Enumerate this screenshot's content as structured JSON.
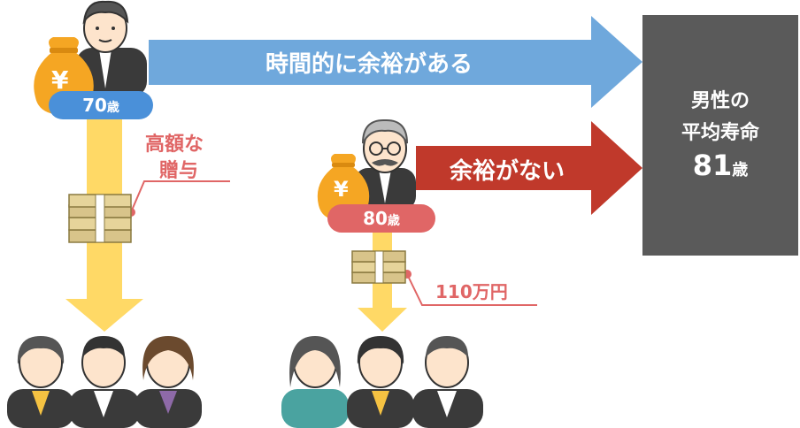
{
  "diagram": {
    "arrow_top_label": "時間的に余裕がある",
    "arrow_mid_label": "余裕がない",
    "box_line1": "男性の",
    "box_line2": "平均寿命",
    "box_age_num": "81",
    "box_age_unit": "歳",
    "badge_70_num": "70",
    "badge_70_unit": "歳",
    "badge_80_num": "80",
    "badge_80_unit": "歳",
    "gift_line1": "高額な",
    "gift_line2": "贈与",
    "amount_label": "110万円",
    "yen_symbol": "¥"
  },
  "colors": {
    "arrow_blue": "#6fa8dc",
    "arrow_red": "#c0392b",
    "box_gray": "#5a5a5a",
    "arrow_yellow": "#ffd966",
    "badge_blue": "#4a90d9",
    "badge_red": "#e06666",
    "text_red": "#e06666",
    "bag_orange": "#f5a623"
  },
  "icons": [
    "man-70-icon",
    "elderly-man-80-icon",
    "money-bag-icon",
    "cash-stack-icon",
    "person-icon"
  ]
}
